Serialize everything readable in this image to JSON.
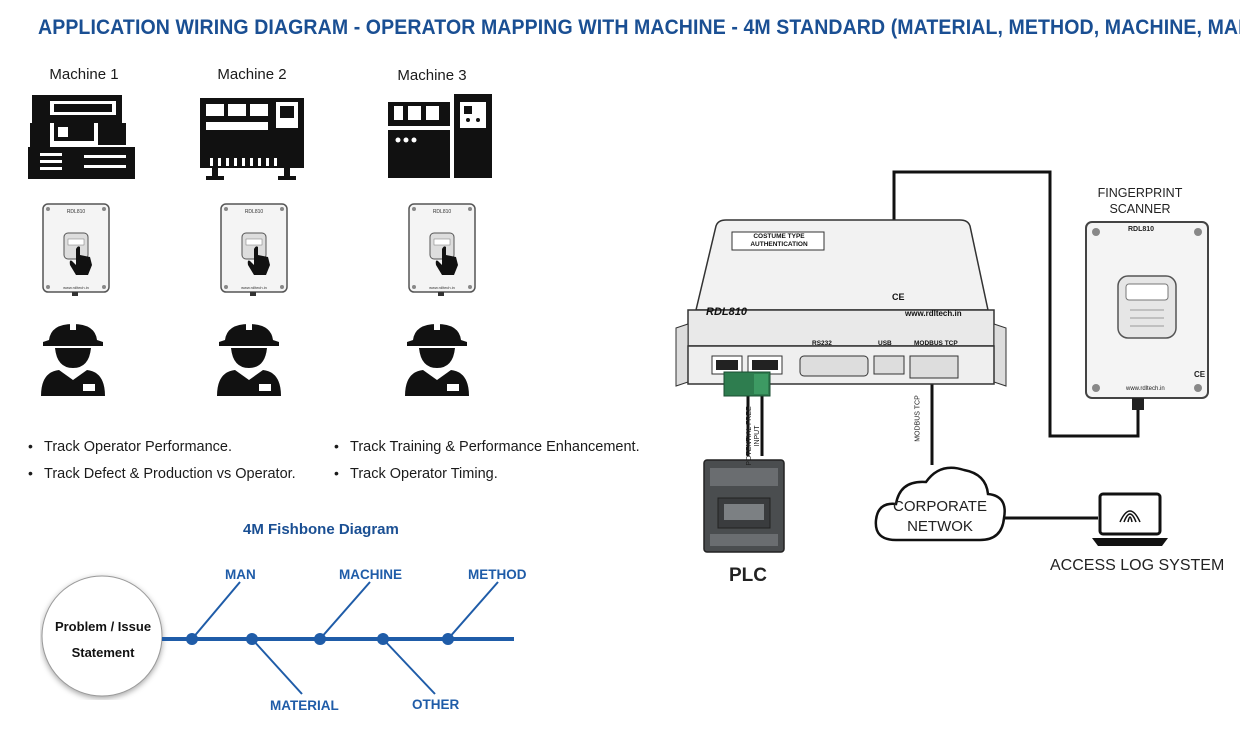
{
  "header": {
    "title": "APPLICATION WIRING DIAGRAM - OPERATOR MAPPING WITH MACHINE - 4M STANDARD (MATERIAL, METHOD, MACHINE, MAN)"
  },
  "machines": [
    {
      "label": "Machine 1"
    },
    {
      "label": "Machine 2"
    },
    {
      "label": "Machine 3"
    }
  ],
  "scanner_small": {
    "brand": "RDL810",
    "url": "www.rdltech.in"
  },
  "bullets": {
    "left": [
      "Track Operator Performance.",
      "Track Defect & Production vs Operator."
    ],
    "right": [
      "Track Training & Performance Enhancement.",
      "Track Operator Timing."
    ]
  },
  "fishbone": {
    "title": "4M Fishbone Diagram",
    "head_line1": "Problem  / Issue",
    "head_line2": "Statement",
    "top_labels": [
      "MAN",
      "MACHINE",
      "METHOD"
    ],
    "bottom_labels": [
      "MATERIAL",
      "OTHER"
    ]
  },
  "device": {
    "model": "RDL810",
    "url": "www.rdltech.in",
    "plate": [
      "COSTUME TYPE",
      "AUTHENTICATION"
    ],
    "ports": [
      "RS232",
      "USB",
      "MODBUS TCP"
    ],
    "marks": "CE"
  },
  "fingerprint_scanner": {
    "title_line1": "FINGERPRINT",
    "title_line2": "SCANNER",
    "brand": "RDL810",
    "url": "www.rdltech.in",
    "mark": "CE"
  },
  "connections": {
    "plc_wire_label_line1": "POTENTIAL FREE",
    "plc_wire_label_line2": "INPUT",
    "network_wire_label": "MODBUS TCP"
  },
  "plc": {
    "label": "PLC"
  },
  "cloud": {
    "line1": "CORPORATE",
    "line2": "NETWOK"
  },
  "access": {
    "label": "ACCESS LOG SYSTEM"
  }
}
